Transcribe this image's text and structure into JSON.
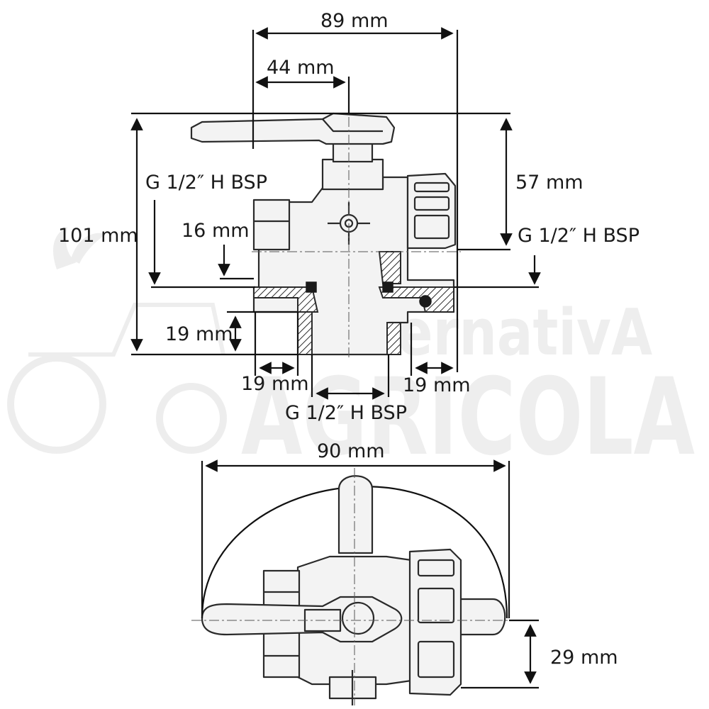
{
  "watermark": {
    "line1": "AlternativA",
    "line2": "AGRICOLA"
  },
  "dimensions": {
    "overall_width": "89 mm",
    "handle_offset": "44 mm",
    "overall_height": "101 mm",
    "upper_height": "57 mm",
    "thread_left": "G 1/2″ H BSP",
    "thread_right": "G 1/2″ H BSP",
    "thread_bottom": "G 1/2″ H BSP",
    "thread_depth": "16 mm",
    "bottom_port_height": "19 mm",
    "left_port_width": "19 mm",
    "right_port_width": "19 mm",
    "handle_sweep": "90 mm",
    "bottom_offset": "29 mm"
  }
}
